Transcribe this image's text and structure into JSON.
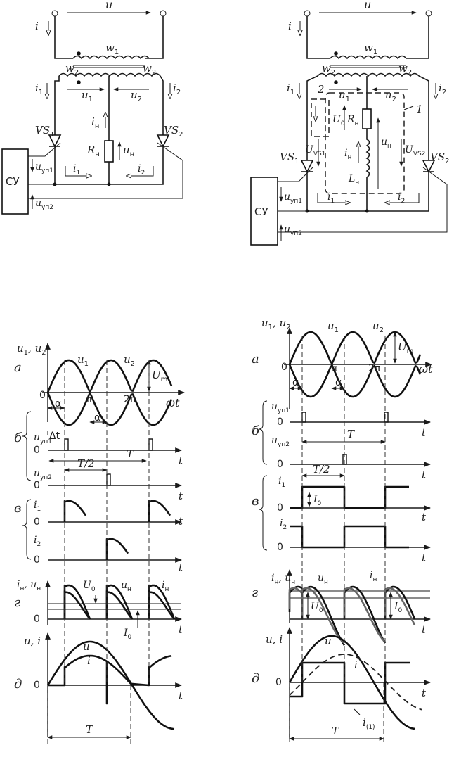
{
  "top_left": {
    "u": "u",
    "i": "i",
    "w1": "w",
    "w1_sub": "1",
    "w2": "w",
    "w2_sub": "2",
    "i1": "i",
    "i1_sub": "1",
    "i2": "i",
    "i2_sub": "2",
    "u1": "u",
    "u1_sub": "1",
    "u2": "u",
    "u2_sub": "2",
    "in": "i",
    "in_sub": "н",
    "Rn": "R",
    "Rn_sub": "н",
    "un": "u",
    "un_sub": "н",
    "vs1": "VS",
    "vs1_sub": "1",
    "vs2": "VS",
    "vs2_sub": "2",
    "su": "СУ",
    "uup1": "u",
    "uup1_sub": "уп1",
    "uup2": "u",
    "uup2_sub": "уп2",
    "loop1": "i",
    "loop1_sub": "1",
    "loop2": "i",
    "loop2_sub": "2"
  },
  "top_right": {
    "u": "u",
    "i": "i",
    "w1": "w",
    "w1_sub": "1",
    "w2": "w",
    "w2_sub": "2",
    "i1": "i",
    "i1_sub": "1",
    "i2": "i",
    "i2_sub": "2",
    "u1": "u",
    "u1_sub": "1",
    "u2": "u",
    "u2_sub": "2",
    "mark1": "1",
    "mark2": "2",
    "U0": "U",
    "U0_sub": "0",
    "Rn": "R",
    "Rn_sub": "н",
    "uvs1": "U",
    "uvs1_sub": "VS1",
    "uvs2": "U",
    "uvs2_sub": "VS2",
    "in": "i",
    "in_sub": "н",
    "un": "u",
    "un_sub": "н",
    "Ln": "L",
    "Ln_sub": "н",
    "vs1": "VS",
    "vs1_sub": "1",
    "vs2": "VS",
    "vs2_sub": "2",
    "su": "СУ",
    "uup1": "u",
    "uup1_sub": "уп1",
    "uup2": "u",
    "uup2_sub": "уп2",
    "loop1": "i",
    "loop1_sub": "1",
    "loop2": "i",
    "loop2_sub": "2"
  },
  "bottom_left": {
    "row_a": "а",
    "row_b": "б",
    "row_v": "в",
    "row_g": "г",
    "row_d": "д",
    "u1u2": "u",
    "u1u2_a": "1",
    "u1u2_b": ", u",
    "u1u2_c": "2",
    "u1": "u",
    "u1_sub": "1",
    "u2": "u",
    "u2_sub": "2",
    "Um": "U",
    "Um_sub": "m",
    "zero": "0",
    "alpha1": "α",
    "alpha2": "α",
    "pi": "π",
    "two_pi": "2π",
    "wt": "ωt",
    "uup1": "u",
    "uup1_sub": "уп1",
    "dt": "Δt",
    "T1": "T",
    "t1": "t",
    "uup2": "u",
    "uup2_sub": "уп2",
    "T2": "T/2",
    "t2": "t",
    "i1": "i",
    "i1_sub": "1",
    "i2": "i",
    "i2_sub": "2",
    "t3": "t",
    "t4": "t",
    "inun": "i",
    "inun_a": "н",
    "inun_b": ", u",
    "inun_c": "н",
    "U0": "U",
    "U0_sub": "0",
    "un": "u",
    "un_sub": "н",
    "in": "i",
    "in_sub": "н",
    "I0": "I",
    "I0_sub": "0",
    "t5": "t",
    "ui": "u, i",
    "u": "u",
    "i": "i",
    "t6": "t",
    "T3": "T"
  },
  "bottom_right": {
    "row_a": "а",
    "row_b": "б",
    "row_v": "в",
    "row_g": "г",
    "row_d": "д",
    "u1u2": "u",
    "u1u2_a": "1",
    "u1u2_b": ", u",
    "u1u2_c": "2",
    "u1": "u",
    "u1_sub": "1",
    "u2": "u",
    "u2_sub": "2",
    "Um": "U",
    "Um_sub": "m",
    "zero": "0",
    "alpha1": "α",
    "alpha2": "α",
    "pi": "π",
    "two_pi": "2π",
    "wt": "ωt",
    "uup1": "u",
    "uup1_sub": "уп1",
    "T1": "T",
    "t1": "t",
    "uup2": "u",
    "uup2_sub": "уп2",
    "t2": "t",
    "T2": "T/2",
    "i1": "i",
    "i1_sub": "1",
    "I0a": "I",
    "I0a_sub": "0",
    "t3": "t",
    "i2": "i",
    "i2_sub": "2",
    "t4": "t",
    "inun": "i",
    "inun_a": "н",
    "inun_b": ", u",
    "inun_c": "н",
    "un": "u",
    "un_sub": "н",
    "in": "i",
    "in_sub": "н",
    "U0": "U",
    "U0_sub": "0",
    "I0": "I",
    "I0_sub": "0",
    "t5": "t",
    "ui": "u, i",
    "u": "u",
    "i": "i",
    "i1h": "i",
    "i1h_sub": "(1)",
    "t6": "t",
    "T3": "T"
  }
}
